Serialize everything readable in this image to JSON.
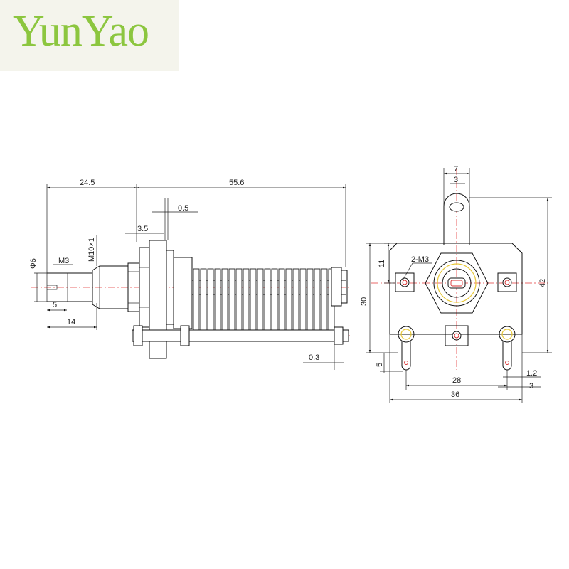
{
  "brand": {
    "logo_text": "YunYao",
    "logo_color": "#8cc63f"
  },
  "side_view": {
    "dims": {
      "d_24_5": "24.5",
      "d_55_6": "55.6",
      "d_0_5": "0.5",
      "d_3_5": "3.5",
      "d_phi6": "Φ6",
      "d_m3": "M3",
      "d_m10": "M10×1",
      "d_5": "5",
      "d_14": "14",
      "d_0_3": "0.3"
    }
  },
  "front_view": {
    "dims": {
      "d_7": "7",
      "d_3_top": "3",
      "d_2m3": "2-M3",
      "d_11": "11",
      "d_30": "30",
      "d_42": "42",
      "d_5": "5",
      "d_28": "28",
      "d_1_2": "1.2",
      "d_3_bottom": "3",
      "d_36": "36"
    }
  },
  "colors": {
    "centerline": "#e43a3a",
    "line": "#111111",
    "highlight": "#e8c83a"
  }
}
